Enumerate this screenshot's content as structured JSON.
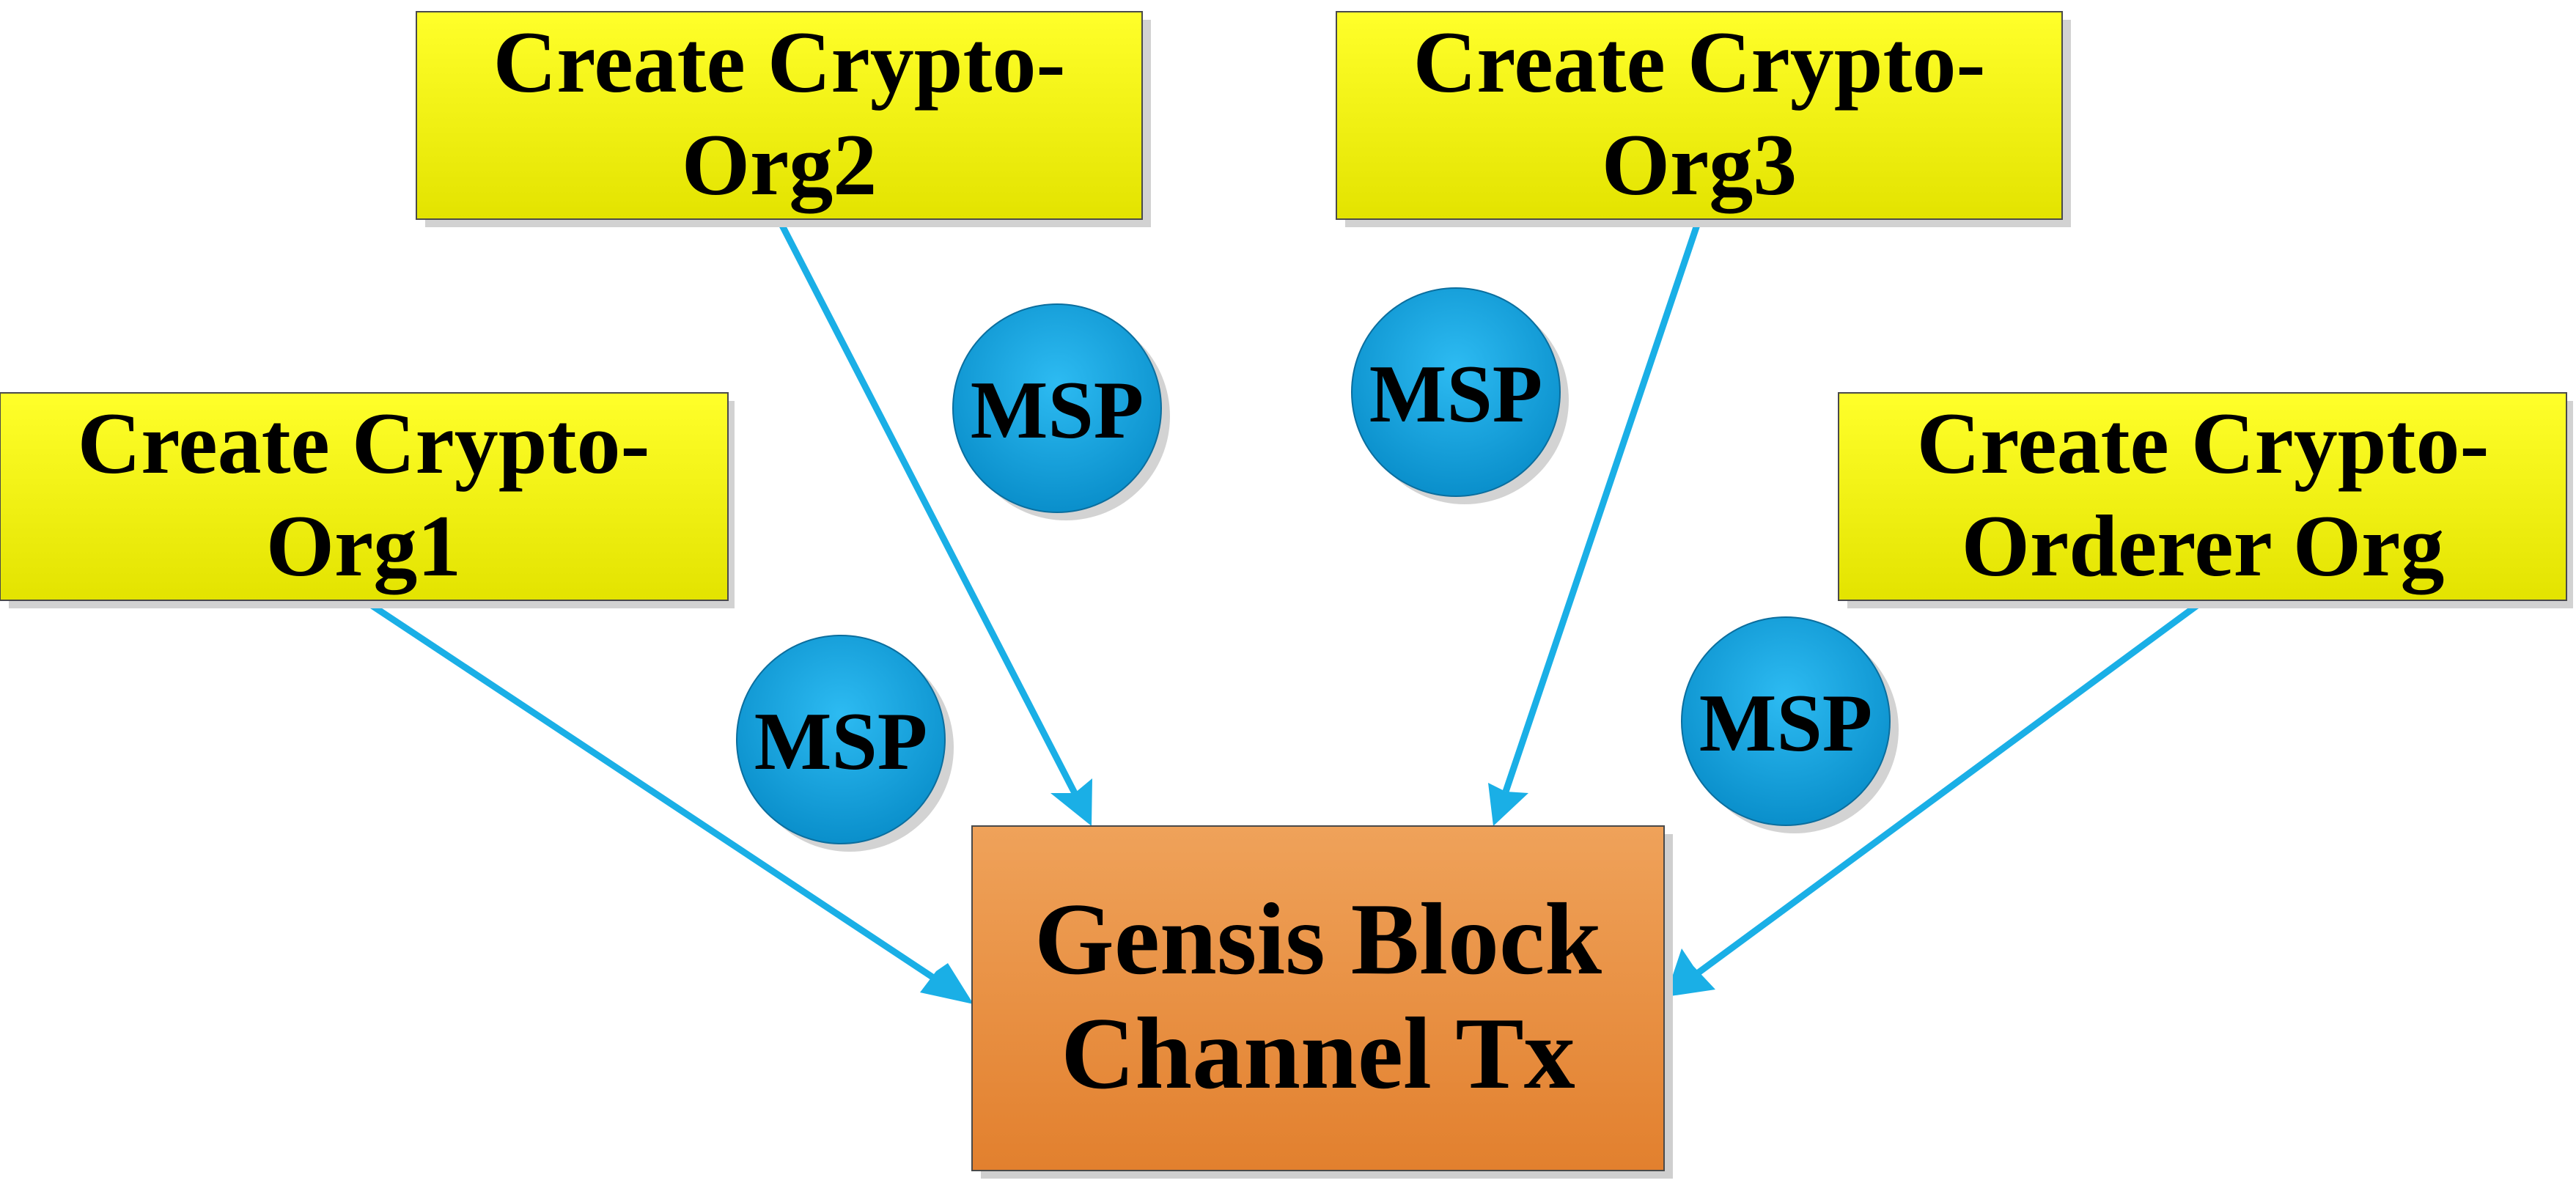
{
  "diagram": {
    "orgs": [
      {
        "id": "org2",
        "line1": "Create Crypto-",
        "line2": "Org2"
      },
      {
        "id": "org3",
        "line1": "Create Crypto-",
        "line2": "Org3"
      },
      {
        "id": "org1",
        "line1": "Create Crypto-",
        "line2": "Org1"
      },
      {
        "id": "orderer",
        "line1": "Create Crypto-",
        "line2": "Orderer Org"
      }
    ],
    "target": {
      "line1": "Gensis Block",
      "line2": "Channel Tx"
    },
    "msp_badges": [
      {
        "label": "MSP"
      },
      {
        "label": "MSP"
      },
      {
        "label": "MSP"
      },
      {
        "label": "MSP"
      }
    ],
    "colors": {
      "org_box_top": "#FFFF2A",
      "org_box_bottom": "#E3E300",
      "target_top": "#EFA25A",
      "target_bottom": "#E2802E",
      "msp_light": "#27B4EF",
      "msp_dark": "#0A8FCB",
      "arrow": "#1AAFE6",
      "border": "#4A4A4A"
    }
  }
}
